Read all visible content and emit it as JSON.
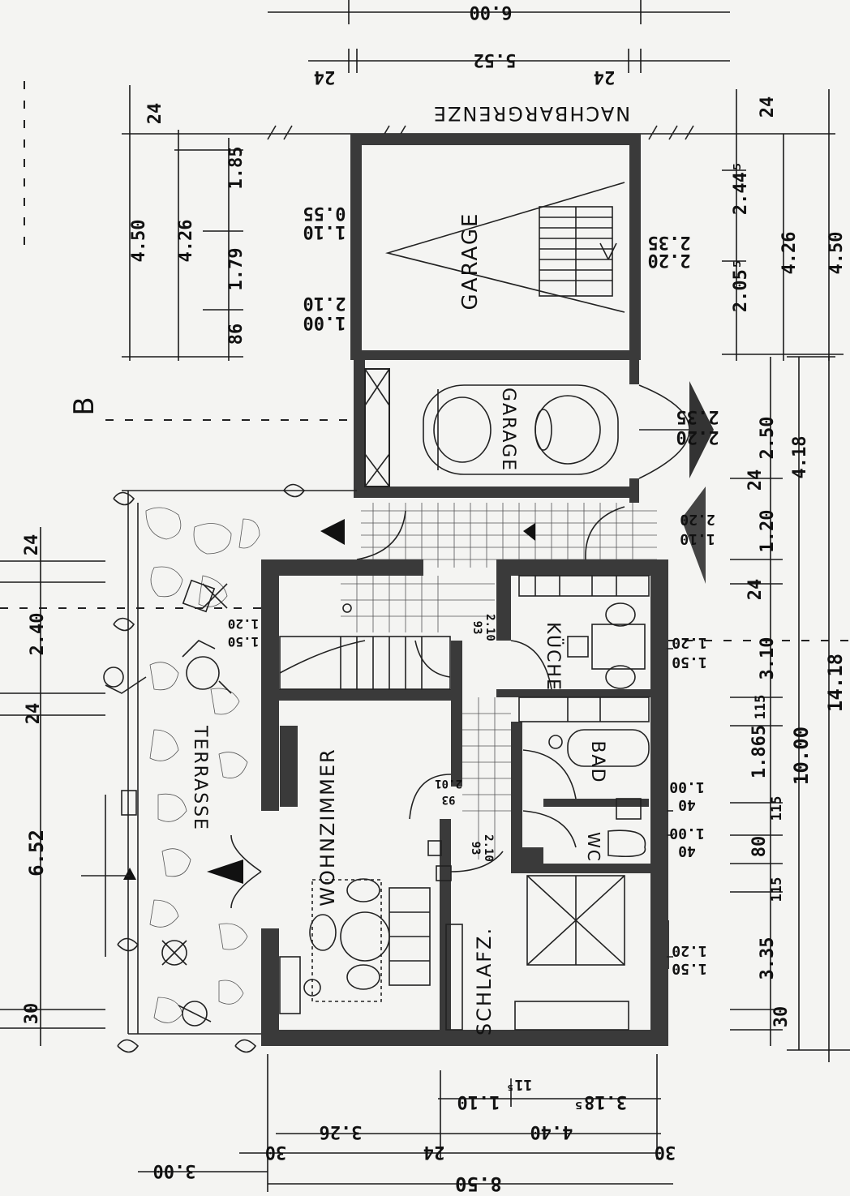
{
  "rooms": {
    "garage_upper": "GARAGE",
    "garage_lower": "GARAGE",
    "kueche": "KÜCHE",
    "bad": "BAD",
    "wc": "WC",
    "wohnzimmer": "WOHNZIMMER",
    "schlafz": "SCHLAFZ.",
    "terrasse": "TERRASSE"
  },
  "boundary_label": "NACHBARGRENZE",
  "section_marker": "B",
  "dimensions": {
    "top_600": "6.00",
    "top_552": "5.52",
    "top_24_left": "24",
    "top_24_right": "24",
    "left_24": "24",
    "left_450": "4.50",
    "left_426": "4.26",
    "left_185": "1.85",
    "left_179": "1.79",
    "left_86": "86",
    "left_055": "0.55",
    "left_110": "1.10",
    "left_210": "2.10",
    "left_100": "1.00",
    "right_235": "2.35",
    "right_220": "2.20",
    "right_24": "24",
    "right_2445": "2.44⁵",
    "right_2055": "2.05⁵",
    "right_426": "4.26",
    "right_450": "4.50",
    "garage_235": "2.35",
    "garage_220": "2.20",
    "right_250": "2.50",
    "right_418": "4.18",
    "right_24b": "24",
    "right_120": "1.20",
    "right_24c": "24",
    "right_310": "3.10",
    "right_115a": "115",
    "right_1865": "1.865",
    "right_115b": "115",
    "right_80": "80",
    "right_115c": "115",
    "right_335": "3.35",
    "right_30": "30",
    "right_1000": "10.00",
    "right_1418": "14.18",
    "w_220a": "2.20",
    "w_110a": "1.10",
    "w_120": "1.20",
    "w_150": "1.50",
    "w_100a": "1.00",
    "w_40a": "40",
    "w_100b": "1.00",
    "w_40b": "40",
    "w_120b": "1.20",
    "w_150b": "1.50",
    "d_93a": "93",
    "d_210a": "2.10",
    "d_93b": "93",
    "d_210b": "2.10",
    "d_201": "2.01",
    "d_93c": "93",
    "t_120": "1.20",
    "t_150": "1.50",
    "left_24a": "24",
    "left_240": "2.40",
    "left_24b": "24",
    "left_652": "6.52",
    "left_30": "30",
    "bot_110": "1.10",
    "bot_115": "11⁵",
    "bot_3185": "3.18⁵",
    "bot_326": "3.26",
    "bot_440": "4.40",
    "bot_30a": "30",
    "bot_24": "24",
    "bot_30b": "30",
    "bot_300": "3.00",
    "bot_850": "8.50"
  }
}
